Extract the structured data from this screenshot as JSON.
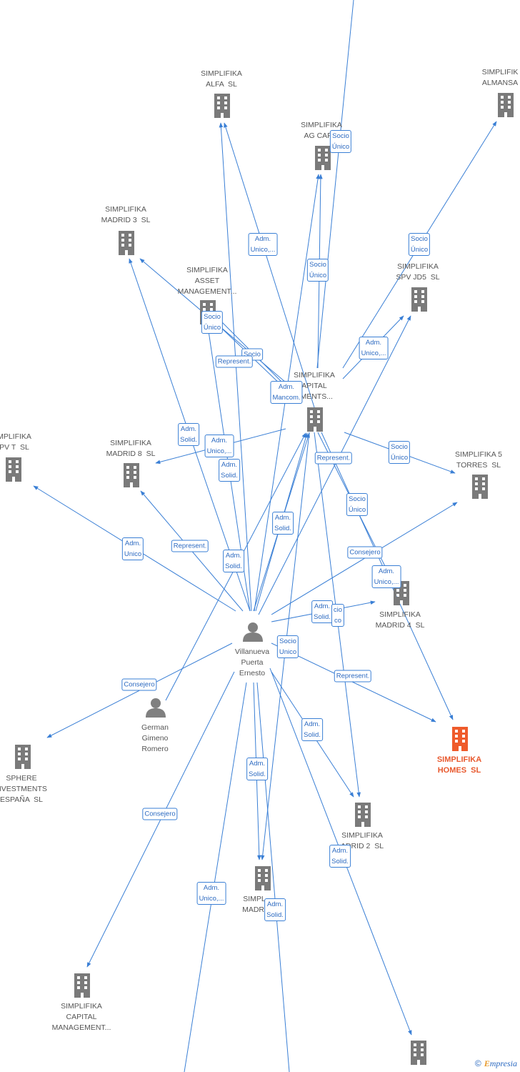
{
  "nodes": {
    "alfa": {
      "label": "SIMPLIFIKA\nALFA  SL",
      "kind": "company"
    },
    "almansa": {
      "label": "SIMPLIFIK\nALMANSA",
      "kind": "company"
    },
    "agcap": {
      "label": "SIMPLIFIKA\nAG CAPIT",
      "kind": "company"
    },
    "madrid3": {
      "label": "SIMPLIFIKA\nMADRID 3  SL",
      "kind": "company"
    },
    "asset": {
      "label": "SIMPLIFIKA\nASSET\nMANAGEMENT...",
      "kind": "company"
    },
    "spvjd5": {
      "label": "SIMPLIFIKA\nSPV JD5  SL",
      "kind": "company"
    },
    "capinv": {
      "label": "SIMPLIFIKA\nAPITAL\nTMENTS...",
      "kind": "company"
    },
    "spvt": {
      "label": "MPLIFIKA\nPV T  SL",
      "kind": "company"
    },
    "madrid8": {
      "label": "SIMPLIFIKA\nMADRID 8  SL",
      "kind": "company"
    },
    "torres": {
      "label": "SIMPLIFIKA 5\nTORRES  SL",
      "kind": "company"
    },
    "madrid4": {
      "label": "SIMPLIFIKA\nMADRID 4  SL",
      "kind": "company"
    },
    "villanueva": {
      "label": "Villanueva\nPuerta\nErnesto",
      "kind": "person"
    },
    "german": {
      "label": "German\nGimeno\nRomero",
      "kind": "person"
    },
    "homes": {
      "label": "SIMPLIFIKA\nHOMES  SL",
      "kind": "main"
    },
    "sphere": {
      "label": "SPHERE\nNVESTMENTS\nESPAÑA  SL",
      "kind": "company"
    },
    "madrid2": {
      "label": "SIMPLIFIKA\nADRID 2  SL",
      "kind": "company"
    },
    "madrid1": {
      "label": "SIMPL\nMADRI",
      "kind": "company"
    },
    "capman": {
      "label": "SIMPLIFIKA\nCAPITAL\nMANAGEMENT...",
      "kind": "company"
    },
    "bottomco": {
      "label": "",
      "kind": "company"
    }
  },
  "edge_labels": [
    "Socio\nÚnico",
    "Adm.\nUnico,...",
    "Socio\nÚnico",
    "Socio\nÚnico",
    "Socio\nÚnico",
    "Adm.\nUnico,...",
    "Socio",
    "Represent.",
    "Adm.\nMancom.",
    "Adm.\nSolid.",
    "Adm.\nUnico,...",
    "Adm.\nSolid.",
    "Represent.",
    "Socio\nÚnico",
    "Socio\nÚnico",
    "Adm.\nSolid.",
    "Adm.\nUnico",
    "Represent.",
    "Adm.\nSolid.",
    "Consejero",
    "Adm.\nUnico,...",
    "Adm.\nSolid.",
    "cio\nco",
    "Socio\nUnico",
    "Represent.",
    "Consejero",
    "Adm.\nSolid.",
    "Adm.\nSolid.",
    "Consejero",
    "Adm.\nSolid.",
    "Adm.\nUnico,...",
    "Adm.\nSolid."
  ],
  "brand": {
    "copyright": "©",
    "name_first": "E",
    "name_rest": "mpresia"
  }
}
